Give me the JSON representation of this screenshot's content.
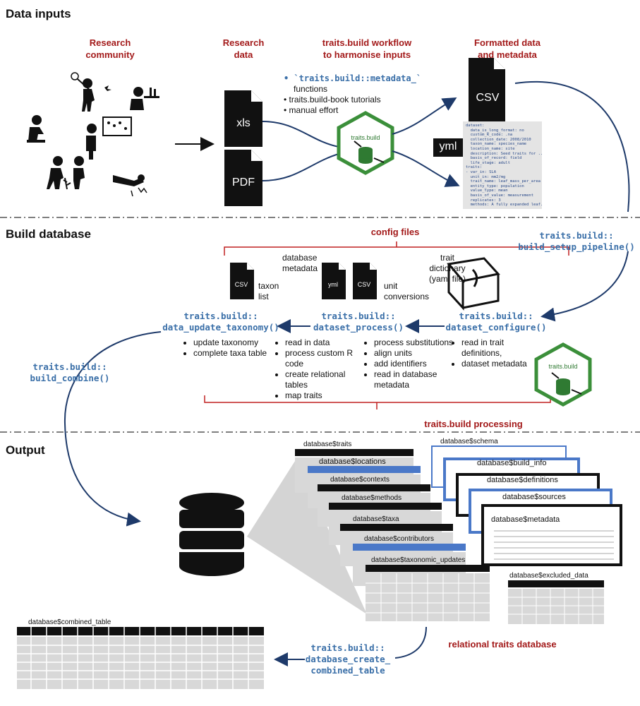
{
  "sections": {
    "data_inputs": "Data inputs",
    "build_database": "Build database",
    "output": "Output"
  },
  "top": {
    "research_community": "Research\ncommunity",
    "research_data": "Research\ndata",
    "workflow_title": "traits.build workflow\nto harmonise inputs",
    "formatted_title": "Formatted data\nand metadata",
    "workflow_bullets": [
      "`traits.build::metadata_`",
      "functions",
      "traits.build-book tutorials",
      "manual effort"
    ],
    "file_xls": "xls",
    "file_pdf": "PDF",
    "file_csv": "CSV",
    "file_yml": "yml",
    "hex_label": "traits.build",
    "yaml_lines": [
      "dataset:",
      "  data_is_long_format: no",
      "  custom_R_code: .na",
      "  collection_date: 2008/2010",
      "  taxon_name: species_name",
      "  location_name: site",
      "  description: Seed traits for ..",
      "  basis_of_record: field",
      "  life_stage: adult",
      "traits:",
      "- var_in: SLA",
      "  unit_in: mm2/mg",
      "  trait_name: leaf_mass_per_area",
      "  entity_type: population",
      "  value_type: mean",
      "  basis_of_value: measurement",
      "  replicates: 3",
      "  methods: A fully expanded leaf.."
    ]
  },
  "middle": {
    "config_files": "config files",
    "taxon_list": "taxon\nlist",
    "database_metadata": "database\nmetadata",
    "unit_conversions": "unit\nconversions",
    "trait_dictionary": "trait\ndictionary\n(yaml file)",
    "setup_fn": "traits.build::\nbuild_setup_pipeline()",
    "fn_taxonomy": "traits.build::\ndata_update_taxonomy()",
    "fn_process": "traits.build::\ndataset_process()",
    "fn_configure": "traits.build::\ndataset_configure()",
    "fn_combine": "traits.build::\nbuild_combine()",
    "taxonomy_bullets": [
      "update taxonomy",
      "complete taxa table"
    ],
    "process_bullets_a": [
      "read in data",
      "process custom R code",
      "create relational tables",
      "map traits"
    ],
    "process_bullets_b": [
      "process substitutions",
      "align units",
      "add identifiers",
      "read in database metadata"
    ],
    "configure_bullets": [
      "read in trait definitions,",
      "dataset metadata"
    ],
    "processing_label": "traits.build processing",
    "file_csv": "CSV",
    "file_yml": "yml"
  },
  "output": {
    "tables": [
      "database$traits",
      "database$locations",
      "database$contexts",
      "database$methods",
      "database$taxa",
      "database$contributors",
      "database$taxonomic_updates"
    ],
    "lists": [
      "database$schema",
      "database$build_info",
      "database$definitions",
      "database$sources",
      "database$metadata"
    ],
    "excluded": "database$excluded_data",
    "combined": "database$combined_table",
    "fn_create": "traits.build::\ndatabase_create_\ncombined_table",
    "relational_label": "relational traits database"
  }
}
